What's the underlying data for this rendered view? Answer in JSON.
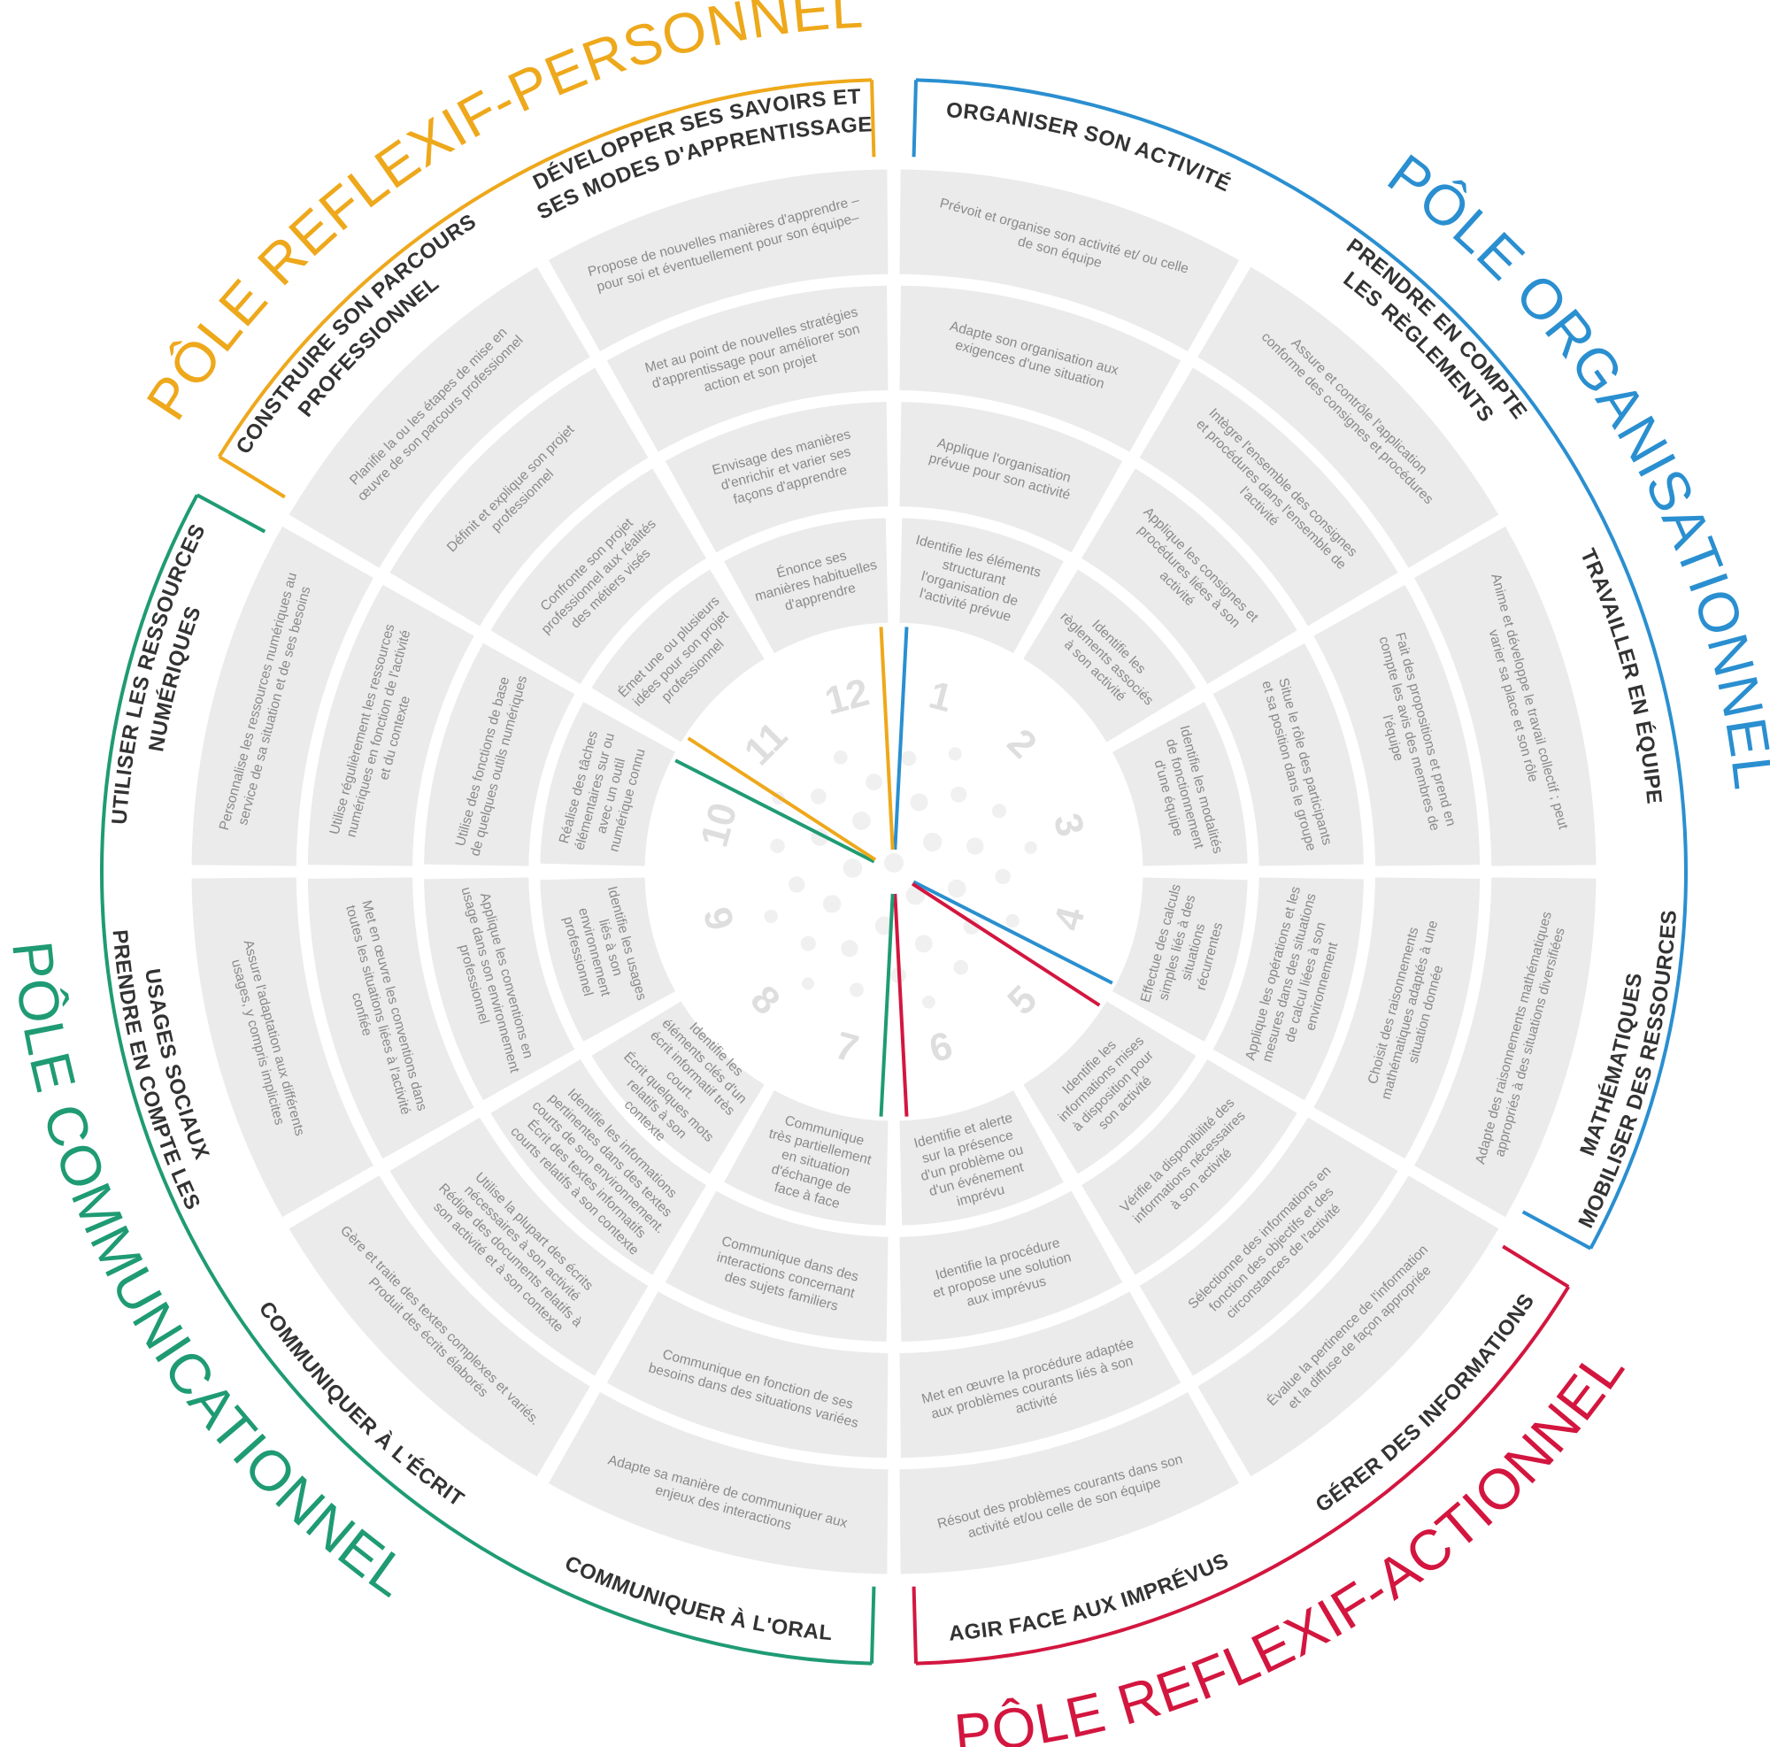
{
  "colors": {
    "organisationnel": "#2a8fd0",
    "reflexif_actionnel": "#d3163f",
    "communicationnel": "#1f9b74",
    "reflexif_personnel": "#eea81b",
    "cell_fill": "#ebebeb",
    "category_text": "#333333",
    "level_text": "#8a8a8a",
    "number_text": "#dedede"
  },
  "poles": [
    {
      "key": "organisationnel",
      "label": "PÔLE ORGANISATIONNEL"
    },
    {
      "key": "reflexif_actionnel",
      "label": "PÔLE REFLEXIF-ACTIONNEL"
    },
    {
      "key": "communicationnel",
      "label": "PÔLE COMMUNICATIONNEL"
    },
    {
      "key": "reflexif_personnel",
      "label": "PÔLE REFLEXIF-PERSONNEL"
    }
  ],
  "competences": [
    {
      "number": "1",
      "pole": "organisationnel",
      "title": [
        "ORGANISER SON ACTIVITÉ"
      ],
      "levels": [
        [
          "Identifie les éléments",
          "structurant",
          "l'organisation de",
          "l'activité prévue"
        ],
        [
          "Applique l'organisation",
          "prévue pour son activité"
        ],
        [
          "Adapte son organisation aux",
          "exigences d'une situation"
        ],
        [
          "Prévoit et organise son activité et/ ou celle",
          "de son équipe"
        ]
      ]
    },
    {
      "number": "2",
      "pole": "organisationnel",
      "title": [
        "PRENDRE EN COMPTE",
        "LES RÈGLEMENTS"
      ],
      "levels": [
        [
          "Identifie les",
          "règlements associés",
          "à son activité"
        ],
        [
          "Applique les consignes et",
          "procédures liées à son",
          "activité"
        ],
        [
          "Intègre l'ensemble des consignes",
          "et procédures dans l'ensemble de",
          "l'activité"
        ],
        [
          "Assure et contrôle l'application",
          "conforme des consignes et procédures"
        ]
      ]
    },
    {
      "number": "3",
      "pole": "organisationnel",
      "title": [
        "TRAVAILLER EN ÉQUIPE"
      ],
      "levels": [
        [
          "Identifie les modalités",
          "de fonctionnement",
          "d'une équipe"
        ],
        [
          "Situe le rôle des participants",
          "et sa position dans le groupe"
        ],
        [
          "Fait des propositions et prend en",
          "compte les avis des membres de",
          "l'équipe"
        ],
        [
          "Anime et développe le travail collectif ; peut",
          "varier sa place et son rôle"
        ]
      ]
    },
    {
      "number": "4",
      "pole": "organisationnel",
      "title": [
        "MOBILISER DES RESSOURCES",
        "MATHÉMATIQUES"
      ],
      "levels": [
        [
          "Effectue des calculs",
          "simples liés à des",
          "situations",
          "récurrentes"
        ],
        [
          "Applique les opérations et les",
          "mesures dans des situations",
          "de calcul liées à son",
          "environnement"
        ],
        [
          "Choisit des raisonnements",
          "mathématiques adaptés à une",
          "situation donnée"
        ],
        [
          "Adapte des raisonnements mathématiques",
          "appropriés à des situations diversifiées"
        ]
      ]
    },
    {
      "number": "5",
      "pole": "reflexif_actionnel",
      "title": [
        "GÉRER DES INFORMATIONS"
      ],
      "levels": [
        [
          "Identifie les",
          "informations mises",
          "à disposition pour",
          "son activité"
        ],
        [
          "Vérifie la disponibilité des",
          "informations nécessaires",
          "à son activité"
        ],
        [
          "Sélectionne des informations en",
          "fonction des objectifs et des",
          "circonstances de l'activité"
        ],
        [
          "Évalue la pertinence de l'information",
          "et la diffuse de façon appropriée"
        ]
      ]
    },
    {
      "number": "6",
      "pole": "reflexif_actionnel",
      "title": [
        "AGIR FACE AUX IMPRÉVUS"
      ],
      "levels": [
        [
          "Identifie et alerte",
          "sur la présence",
          "d'un problème ou",
          "d'un événement",
          "imprévu"
        ],
        [
          "Identifie la procédure",
          "et propose une solution",
          "aux imprévus"
        ],
        [
          "Met en œuvre la procédure adaptée",
          "aux problèmes courants liés à son",
          "activité"
        ],
        [
          "Résout des problèmes courants dans son",
          "activité et/ou celle de son équipe"
        ]
      ]
    },
    {
      "number": "7",
      "pole": "communicationnel",
      "title": [
        "COMMUNIQUER À L'ORAL"
      ],
      "levels": [
        [
          "Communique",
          "très partiellement",
          "en situation",
          "d'échange de",
          "face à face"
        ],
        [
          "Communique dans des",
          "interactions concernant",
          "des sujets familiers"
        ],
        [
          "Communique en fonction de ses",
          "besoins dans des situations variées"
        ],
        [
          "Adapte sa manière de communiquer aux",
          "enjeux des interactions"
        ]
      ]
    },
    {
      "number": "8",
      "pole": "communicationnel",
      "title": [
        "COMMUNIQUER À L'ÉCRIT"
      ],
      "levels": [
        [
          "Identifie les",
          "éléments clés d'un",
          "écrit informatif très",
          "court.",
          "Écrit quelques mots",
          "relatifs à son",
          "contexte"
        ],
        [
          "Identifie les informations",
          "pertinentes dans des textes",
          "courts de son environnement.",
          "Écrit des textes informatifs",
          "courts relatifs à son contexte"
        ],
        [
          "Utilise la plupart des écrits",
          "nécessaires à son activité",
          "Rédige des documents relatifs à",
          "son activité et à son contexte"
        ],
        [
          "Gère et traite des textes complexes et variés.",
          "Produit des écrits élaborés"
        ]
      ]
    },
    {
      "number": "9",
      "pole": "communicationnel",
      "title": [
        "PRENDRE EN COMPTE LES",
        "USAGES SOCIAUX"
      ],
      "levels": [
        [
          "Identifie les usages",
          "liés à son",
          "environnement",
          "professionnel"
        ],
        [
          "Applique les conventions en",
          "usage dans son environnement",
          "professionnel"
        ],
        [
          "Met en œuvre les conventions dans",
          "toutes les situations liées à l'activité",
          "confiée"
        ],
        [
          "Assure l'adaptation aux différents",
          "usages, y compris implicites"
        ]
      ]
    },
    {
      "number": "10",
      "pole": "communicationnel",
      "title": [
        "UTILISER LES RESSOURCES",
        "NUMÉRIQUES"
      ],
      "levels": [
        [
          "Réalise des tâches",
          "élémentaires sur ou",
          "avec un outil",
          "numérique connu"
        ],
        [
          "Utilise des fonctions de base",
          "de quelques outils numériques"
        ],
        [
          "Utilise régulièrement les ressources",
          "numériques en fonction de l'activité",
          "et du contexte"
        ],
        [
          "Personnalise les ressources numériques au",
          "service de sa situation et de ses besoins"
        ]
      ]
    },
    {
      "number": "11",
      "pole": "reflexif_personnel",
      "title": [
        "CONSTRUIRE SON PARCOURS",
        "PROFESSIONNEL"
      ],
      "levels": [
        [
          "Émet une ou plusieurs",
          "idées pour son projet",
          "professionnel"
        ],
        [
          "Confronte son projet",
          "professionnel aux réalités",
          "des métiers visés"
        ],
        [
          "Définit et explique son projet",
          "professionnel"
        ],
        [
          "Planifie la ou les étapes de mise en",
          "œuvre de son parcours professionnel"
        ]
      ]
    },
    {
      "number": "12",
      "pole": "reflexif_personnel",
      "title": [
        "DÉVELOPPER SES SAVOIRS ET",
        "SES MODES D'APPRENTISSAGE"
      ],
      "levels": [
        [
          "Énonce ses",
          "manières habituelles",
          "d'apprendre"
        ],
        [
          "Envisage des manières",
          "d'enrichir et varier ses",
          "façons d'apprendre"
        ],
        [
          "Met au point de nouvelles stratégies",
          "d'apprentissage pour améliorer son",
          "action et son projet"
        ],
        [
          "Propose de nouvelles manières d'apprendre –",
          "pour soi et éventuellement pour son équipe–"
        ]
      ]
    }
  ]
}
